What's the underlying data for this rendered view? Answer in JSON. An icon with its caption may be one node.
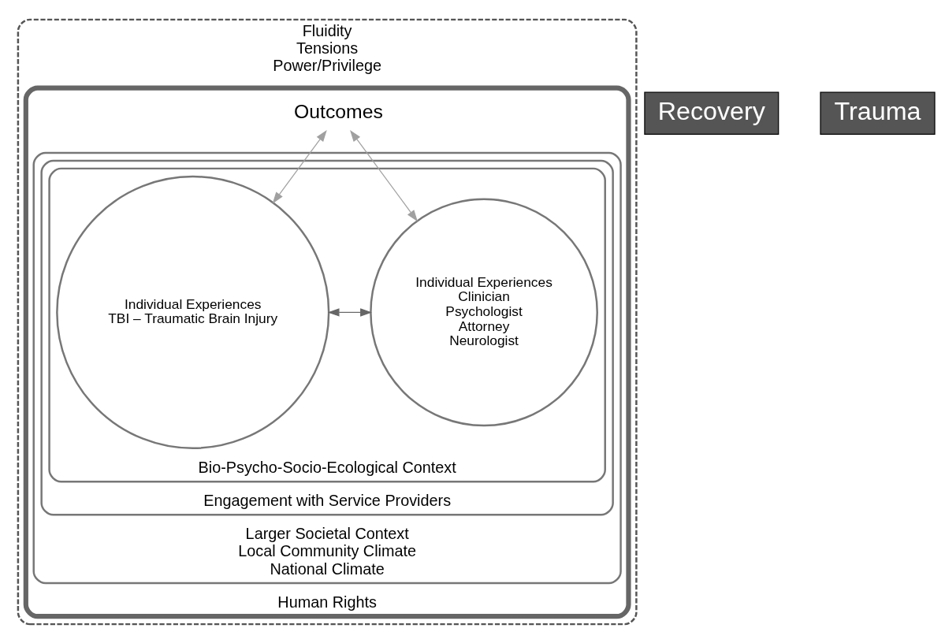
{
  "diagram": {
    "nodes": [
      {
        "text": [
          "Fluidity",
          "Tensions",
          "Power/Privilege"
        ]
      },
      {
        "text": [
          "Human Rights"
        ],
        "in": 0
      },
      {
        "text": [
          "Outcomes"
        ],
        "in": 1
      },
      {
        "text": [
          "Larger Societal Context",
          "Local Community Climate",
          "National Climate"
        ],
        "in": 1
      },
      {
        "text": [
          "Engagement with Service Providers"
        ],
        "in": 3
      },
      {
        "text": [
          "Bio-Psycho-Socio-Ecological Context"
        ],
        "in": 4
      },
      {
        "text": [
          "Individual Experiences",
          "TBI – Traumatic Brain Injury"
        ],
        "in": 5
      },
      {
        "text": [
          "Individual Experiences",
          "Clinician",
          "Psychologist",
          "Attorney",
          "Neurologist"
        ],
        "in": 5
      },
      {
        "text": [
          "Recovery"
        ]
      },
      {
        "text": [
          "Trauma"
        ]
      }
    ],
    "edges": [
      {
        "from": 2,
        "to": 6,
        "arrow": "both",
        "color": "#a0a0a0"
      },
      {
        "from": 2,
        "to": 7,
        "arrow": "both",
        "color": "#a0a0a0"
      },
      {
        "from": 6,
        "to": 7,
        "arrow": "both"
      }
    ]
  }
}
